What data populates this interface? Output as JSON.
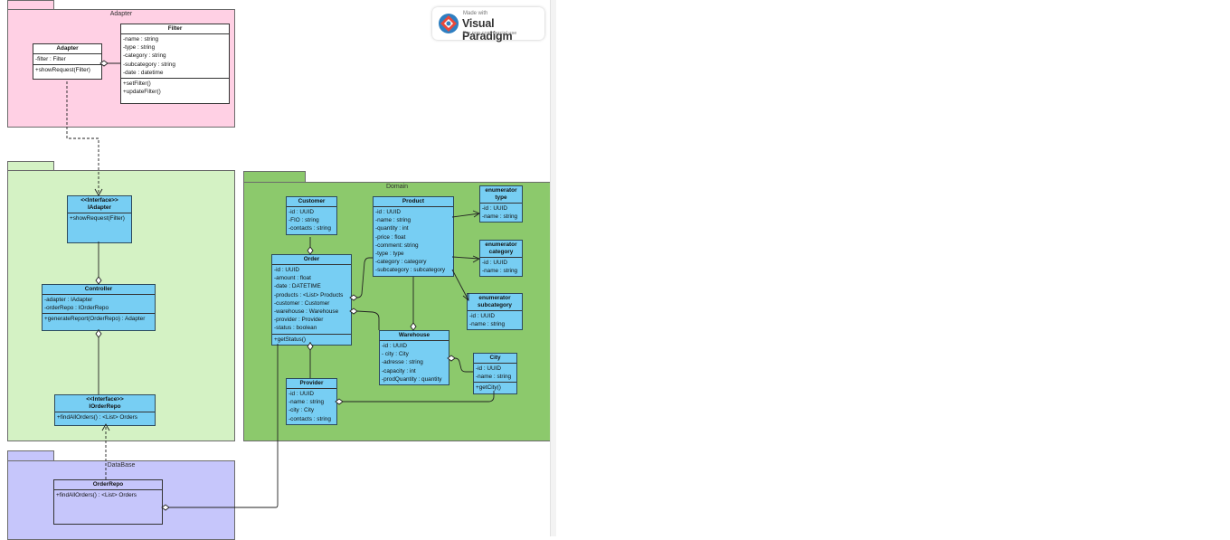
{
  "packages": {
    "adapter": {
      "name": "Adapter"
    },
    "domain": {
      "name": "Domain"
    },
    "database": {
      "name": "DataBase"
    }
  },
  "watermark": {
    "line1": "Made with",
    "brand": "Visual Paradigm",
    "line2": "For non-commercial use"
  },
  "classes": {
    "adapter": {
      "name": "Adapter",
      "attributes": [
        "-filter : Filter"
      ],
      "operations": [
        "+showRequest(Filter)"
      ]
    },
    "filter": {
      "name": "Filter",
      "attributes": [
        "-name : string",
        "-type : string",
        "-category : string",
        "-subcategory : string",
        "-date : datetime"
      ],
      "operations": [
        "+setFilter()",
        "+updateFilter()"
      ]
    },
    "iadapter": {
      "stereotype": "<<Interface>>",
      "name": "IAdapter",
      "operations": [
        "+showRequest(Filter)"
      ]
    },
    "controller": {
      "name": "Controller",
      "attributes": [
        "-adapter : IAdapter",
        "-orderRepo : IOrderRepo"
      ],
      "operations": [
        "+generateReport(OrderRepo) : Adapter"
      ]
    },
    "iorderrepo": {
      "stereotype": "<<Interface>>",
      "name": "IOrderRepo",
      "operations": [
        "+findAllOrders() : <List> Orders"
      ]
    },
    "orderrepo": {
      "name": "OrderRepo",
      "operations": [
        "+findAllOrders() : <List> Orders"
      ]
    },
    "customer": {
      "name": "Customer",
      "attributes": [
        "-id : UUID",
        "-FIO : string",
        "-contacts : string"
      ]
    },
    "product": {
      "name": "Product",
      "attributes": [
        "-id : UUID",
        "-name : string",
        "-quantity : int",
        "-price : float",
        "-comment: string",
        "-type : type",
        "-category : category",
        "-subcategory : subcategory"
      ]
    },
    "order": {
      "name": "Order",
      "attributes": [
        "-id : UUID",
        "-amount : float",
        "-date : DATETIME",
        "-products : <List> Products",
        "-customer : Customer",
        "-warehouse : Warehouse",
        "-provider : Provider",
        "-status : boolean"
      ],
      "operations": [
        "+getStatus()"
      ]
    },
    "warehouse": {
      "name": "Warehouse",
      "attributes": [
        "-id : UUID",
        "- city : City",
        "-adresse : string",
        "-capacity : int",
        "-prodQuantity : quantity"
      ]
    },
    "provider": {
      "name": "Provider",
      "attributes": [
        "-id : UUID",
        "-name : string",
        "-city : City",
        "-contacts : string"
      ]
    },
    "city": {
      "name": "City",
      "attributes": [
        "-id : UUID",
        "-name : string"
      ],
      "operations": [
        "+getCity()"
      ]
    },
    "enum_type": {
      "stereotype": "enumerator",
      "name": "type",
      "attributes": [
        "-id : UUID",
        "-name : string"
      ]
    },
    "enum_category": {
      "stereotype": "enumerator",
      "name": "category",
      "attributes": [
        "-id : UUID",
        "-name : string"
      ]
    },
    "enum_subcategory": {
      "stereotype": "enumerator",
      "name": "subcategory",
      "attributes": [
        "-id : UUID",
        "-name : string"
      ]
    }
  }
}
